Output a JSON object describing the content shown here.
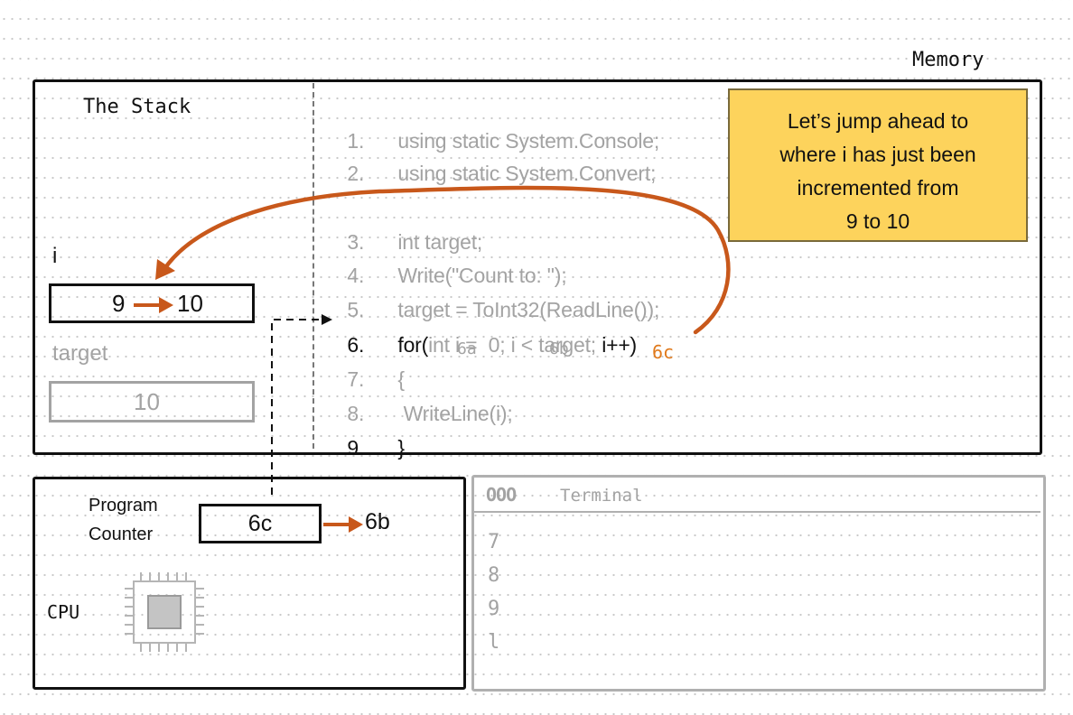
{
  "memory": {
    "label": "Memory"
  },
  "stack": {
    "title": "The Stack",
    "variables": [
      {
        "name": "i",
        "old_value": "9",
        "new_value": "10"
      },
      {
        "name": "target",
        "value": "10"
      }
    ]
  },
  "code": {
    "lines": [
      {
        "num": "1.",
        "text": "using static System.Console;"
      },
      {
        "num": "2.",
        "text": "using static System.Convert;"
      },
      {
        "num": "3.",
        "text": "int target;"
      },
      {
        "num": "4.",
        "text": "Write(\"Count to: \");"
      },
      {
        "num": "5.",
        "text": "target = ToInt32(ReadLine());"
      },
      {
        "num": "6.",
        "parts": [
          "for(",
          "int i =  0; i < target; ",
          "i++)"
        ]
      },
      {
        "num": "7.",
        "text": "{"
      },
      {
        "num": "8.",
        "text": " WriteLine(i);"
      },
      {
        "num": "9.",
        "text": "}"
      }
    ],
    "step_labels": [
      "6a",
      "6b",
      "6c"
    ]
  },
  "note": {
    "lines": [
      "Let’s jump ahead to",
      "where i has just been",
      "incremented from",
      "9 to 10"
    ],
    "color": "#fdd35c"
  },
  "cpu": {
    "label": "CPU",
    "program_counter_label": [
      "Program",
      "Counter"
    ],
    "program_counter_value": "6c",
    "program_counter_next": "6b"
  },
  "terminal": {
    "title": "Terminal",
    "buttons": "OOO",
    "output": [
      "7",
      "8",
      "9",
      "l"
    ]
  },
  "colors": {
    "accent": "#c8581b",
    "faded": "#a3a3a3",
    "ink": "#111111",
    "note_border": "#7a6a3a"
  }
}
